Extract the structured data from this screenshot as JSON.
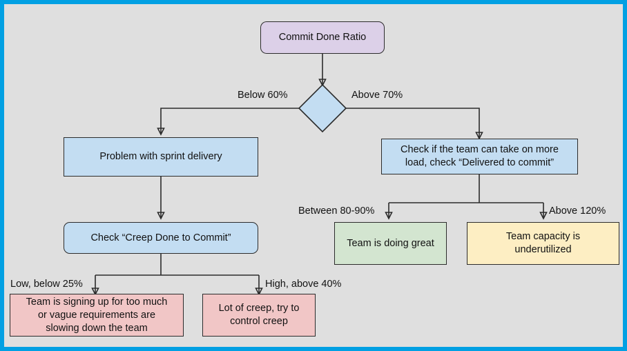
{
  "frame": {
    "border_color": "#02a0e3",
    "background_color": "#dfdfdf"
  },
  "diagram": {
    "type": "flowchart",
    "title_node": "Commit Done Ratio",
    "nodes": [
      {
        "id": "root",
        "label": "Commit Done Ratio",
        "shape": "rounded-rectangle",
        "fill": "#dcd0e8"
      },
      {
        "id": "decision",
        "label": "",
        "shape": "diamond",
        "fill": "#c3ddf2"
      },
      {
        "id": "problem",
        "label": "Problem with sprint delivery",
        "shape": "rectangle",
        "fill": "#c3ddf2"
      },
      {
        "id": "check-load",
        "label": "Check if the team can take on more load, check “Delivered to commit”",
        "shape": "rectangle",
        "fill": "#c3ddf2"
      },
      {
        "id": "check-creep",
        "label": "Check “Creep Done to Commit”",
        "shape": "rounded-rectangle",
        "fill": "#c3ddf2"
      },
      {
        "id": "doing-great",
        "label": "Team is doing great",
        "shape": "rectangle",
        "fill": "#d3e5d0"
      },
      {
        "id": "underutilized",
        "label": "Team capacity is underutilized",
        "shape": "rectangle",
        "fill": "#fdeec3"
      },
      {
        "id": "signing-up",
        "label": "Team is signing up for too much or vague requirements are slowing down the team",
        "shape": "rectangle",
        "fill": "#f1c6c6"
      },
      {
        "id": "lot-of-creep",
        "label": "Lot of creep, try to control creep",
        "shape": "rectangle",
        "fill": "#f1c6c6"
      }
    ],
    "edge_labels": {
      "below_60": "Below 60%",
      "above_70": "Above 70%",
      "between_80_90": "Between 80-90%",
      "above_120": "Above 120%",
      "low_below_25": "Low, below 25%",
      "high_above_40": "High, above 40%"
    },
    "node_text": {
      "root": "Commit Done Ratio",
      "problem": "Problem with sprint delivery",
      "check_load_line1": "Check if the team can take on more",
      "check_load_line2": "load, check “Delivered to commit”",
      "check_creep": "Check “Creep Done to Commit”",
      "doing_great": "Team is doing great",
      "underutilized_line1": "Team capacity is",
      "underutilized_line2": "underutilized",
      "signing_line1": "Team is signing up for too much",
      "signing_line2": "or vague requirements are",
      "signing_line3": "slowing down the team",
      "creep_line1": "Lot of creep, try to",
      "creep_line2": "control creep"
    }
  }
}
